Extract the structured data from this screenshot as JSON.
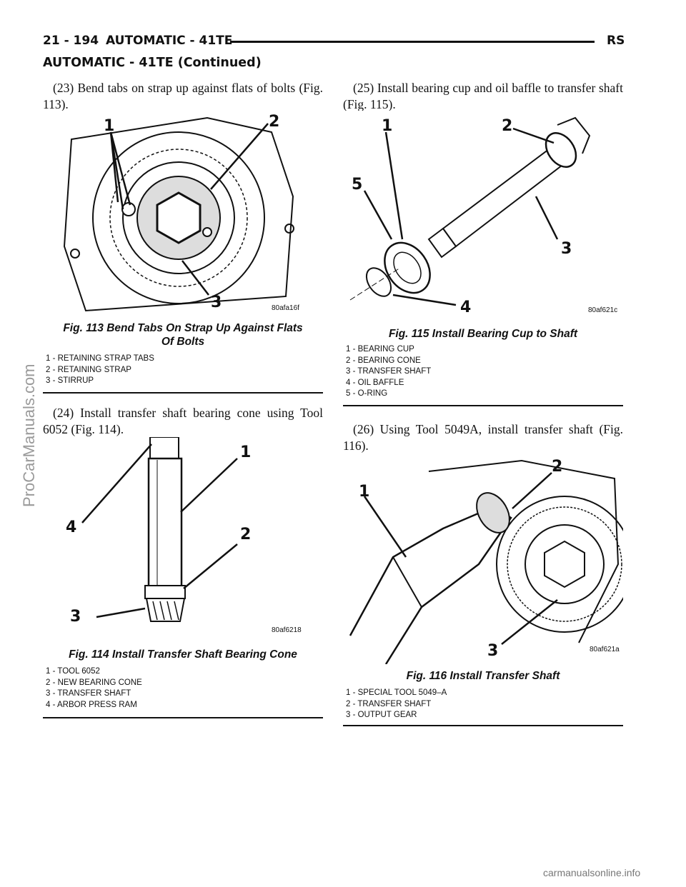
{
  "header": {
    "page_number": "21 - 194",
    "section": "AUTOMATIC - 41TE",
    "vehicle_code": "RS",
    "continued_title": "AUTOMATIC - 41TE (Continued)"
  },
  "steps": [
    {
      "text": "(23) Bend tabs on strap up against flats of bolts (Fig. 113)."
    },
    {
      "text": "(24) Install transfer shaft bearing cone using Tool 6052 (Fig. 114)."
    },
    {
      "text": "(25) Install bearing cup and oil baffle to transfer shaft (Fig. 115)."
    },
    {
      "text": "(26) Using Tool 5049A, install transfer shaft (Fig. 116)."
    }
  ],
  "figures": [
    {
      "code": "80afa16f",
      "caption": "Fig. 113 Bend Tabs On Strap Up Against Flats Of Bolts",
      "callouts": [
        "1",
        "2",
        "3"
      ],
      "legend": [
        "1 - RETAINING STRAP TABS",
        "2 - RETAINING STRAP",
        "3 - STIRRUP"
      ]
    },
    {
      "code": "80af6218",
      "caption": "Fig. 114 Install Transfer Shaft Bearing Cone",
      "callouts": [
        "1",
        "2",
        "3",
        "4"
      ],
      "legend": [
        "1 - TOOL 6052",
        "2 - NEW BEARING CONE",
        "3 - TRANSFER SHAFT",
        "4 - ARBOR PRESS RAM"
      ]
    },
    {
      "code": "80af621c",
      "caption": "Fig. 115 Install Bearing Cup to Shaft",
      "callouts": [
        "1",
        "2",
        "3",
        "4",
        "5"
      ],
      "legend": [
        "1 - BEARING CUP",
        "2 - BEARING CONE",
        "3 - TRANSFER SHAFT",
        "4 - OIL BAFFLE",
        "5 - O-RING"
      ]
    },
    {
      "code": "80af621a",
      "caption": "Fig. 116 Install Transfer Shaft",
      "callouts": [
        "1",
        "2",
        "3"
      ],
      "legend": [
        "1 - SPECIAL TOOL 5049–A",
        "2 - TRANSFER SHAFT",
        "3 - OUTPUT GEAR"
      ]
    }
  ],
  "watermark": "ProCarManuals.com",
  "footer": "carmanualsonline.info"
}
